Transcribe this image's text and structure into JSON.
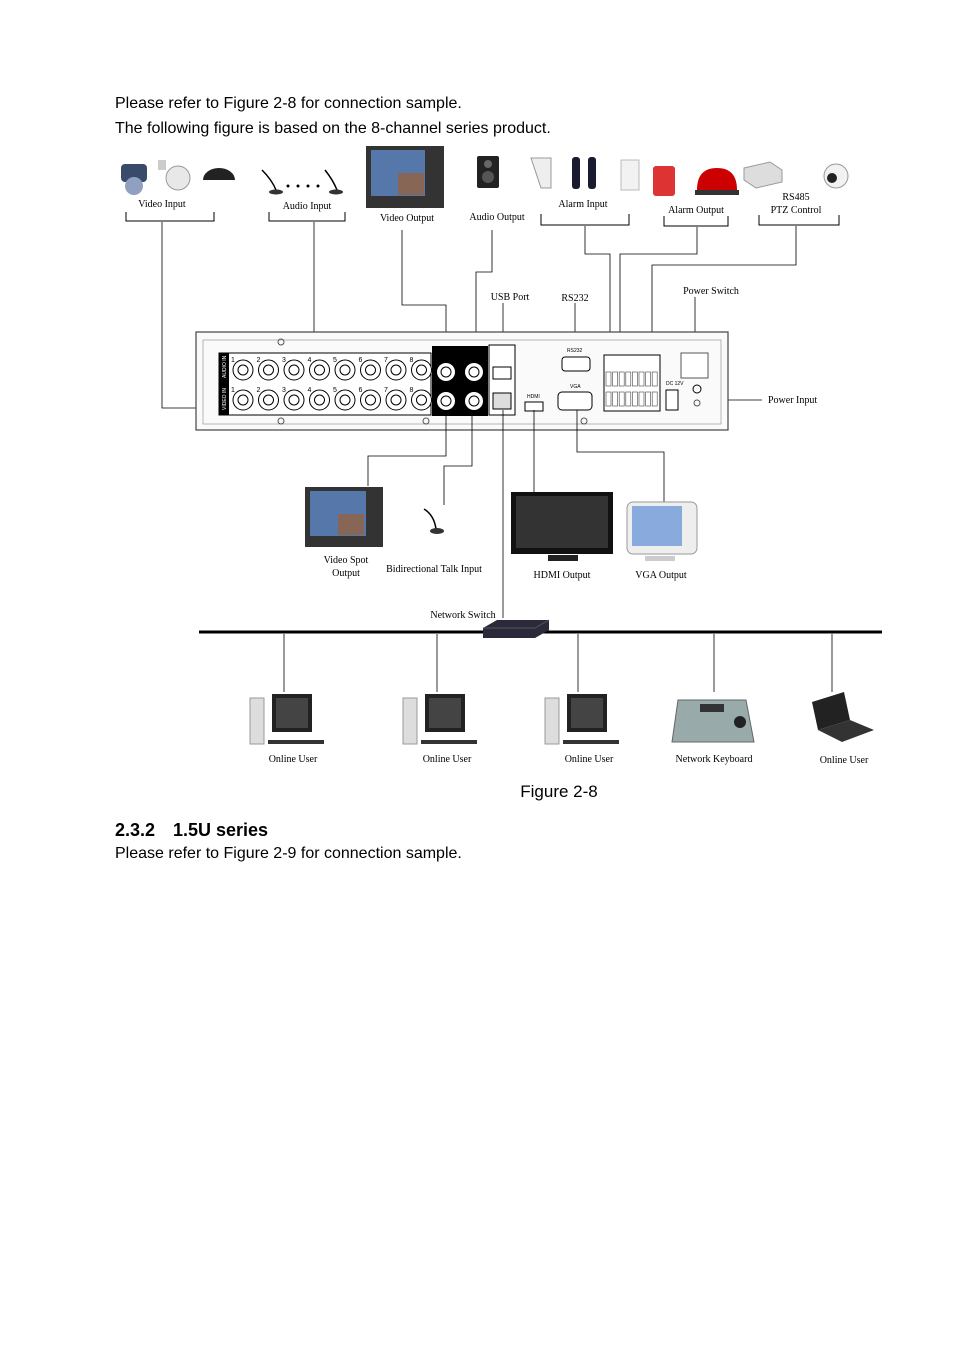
{
  "intro": {
    "line1": "Please refer to Figure 2-8 for connection sample.",
    "line2": "The following figure is based on the 8-channel series product."
  },
  "figure": {
    "labels": {
      "video_input": "Video Input",
      "audio_input": "Audio Input",
      "video_output": "Video Output",
      "audio_output": "Audio Output",
      "alarm_input": "Alarm Input",
      "alarm_output": "Alarm Output",
      "rs485_line1": "RS485",
      "rs485_line2": "PTZ Control",
      "usb_port": "USB Port",
      "rs232": "RS232",
      "power_switch": "Power Switch",
      "power_input": "Power Input",
      "video_spot_line1": "Video Spot",
      "video_spot_line2": "Output",
      "bidirectional_talk": "Bidirectional Talk Input",
      "hdmi_output": "HDMI Output",
      "vga_output": "VGA Output",
      "network_switch": "Network Switch",
      "online_user_1": "Online User",
      "online_user_2": "Online User",
      "online_user_3": "Online User",
      "network_keyboard": "Network Keyboard",
      "online_user_4": "Online User"
    },
    "panel": {
      "audio_in_label": "AUDIO IN",
      "video_in_label": "VIDEO IN",
      "rs232_label": "RS232",
      "hdmi_label": "HDMI",
      "vga_label": "VGA",
      "dc_label": "DC 12V",
      "channels": [
        "1",
        "2",
        "3",
        "4",
        "5",
        "6",
        "7",
        "8"
      ]
    },
    "caption": "Figure 2-8"
  },
  "section": {
    "number": "2.3.2",
    "title": "1.5U series",
    "line1": "Please refer to Figure 2-9 for connection sample."
  }
}
